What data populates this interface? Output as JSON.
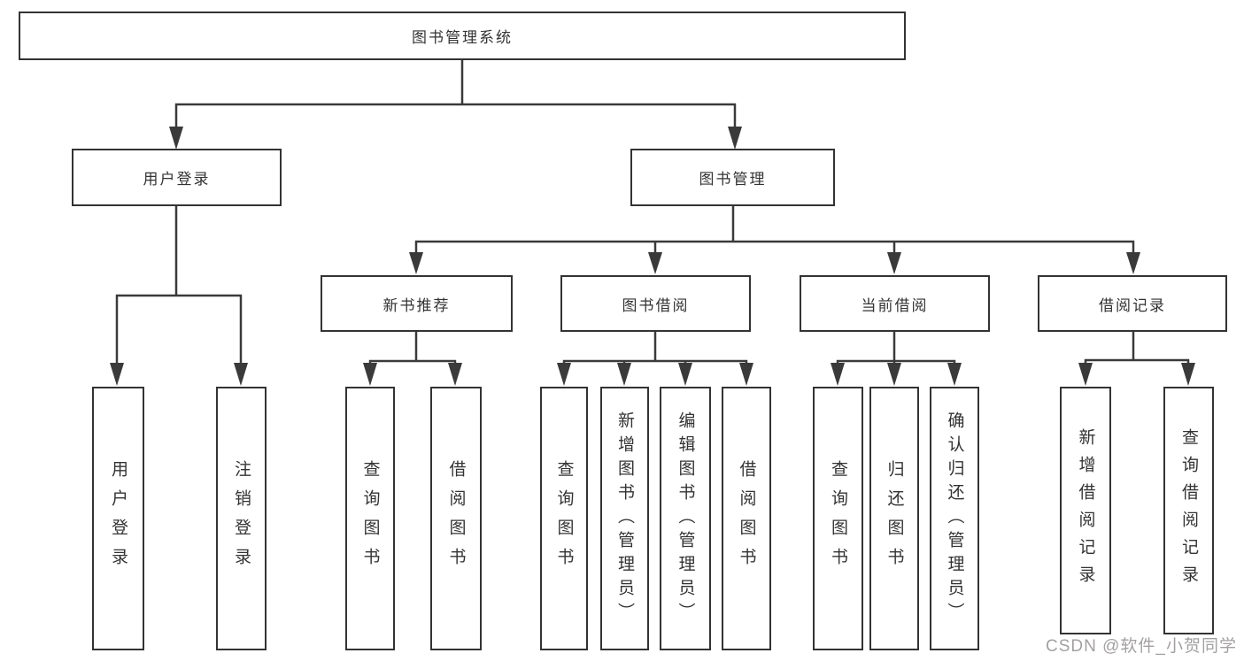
{
  "diagram": {
    "title": "图书管理系统",
    "root": {
      "label": "图书管理系统"
    },
    "level2": [
      {
        "label": "用户登录"
      },
      {
        "label": "图书管理"
      }
    ],
    "level3": [
      {
        "label": "新书推荐"
      },
      {
        "label": "图书借阅"
      },
      {
        "label": "当前借阅"
      },
      {
        "label": "借阅记录"
      }
    ],
    "leaves": [
      {
        "label": "用户登录",
        "parent": "用户登录"
      },
      {
        "label": "注销登录",
        "parent": "用户登录"
      },
      {
        "label": "查询图书",
        "parent": "新书推荐"
      },
      {
        "label": "借阅图书",
        "parent": "新书推荐"
      },
      {
        "label": "查询图书",
        "parent": "图书借阅"
      },
      {
        "label": "新增图书（管理员）",
        "parent": "图书借阅"
      },
      {
        "label": "编辑图书（管理员）",
        "parent": "图书借阅"
      },
      {
        "label": "借阅图书",
        "parent": "图书借阅"
      },
      {
        "label": "查询图书",
        "parent": "当前借阅"
      },
      {
        "label": "归还图书",
        "parent": "当前借阅"
      },
      {
        "label": "确认归还（管理员）",
        "parent": "当前借阅"
      },
      {
        "label": "新增借阅记录",
        "parent": "借阅记录"
      },
      {
        "label": "查询借阅记录",
        "parent": "借阅记录"
      }
    ],
    "colors": {
      "line": "#3a3a3a",
      "box_border": "#333333",
      "text": "#333333",
      "background": "#ffffff",
      "watermark": "#a3a0a0"
    }
  },
  "watermark": {
    "text": "CSDN @软件_小贺同学"
  }
}
